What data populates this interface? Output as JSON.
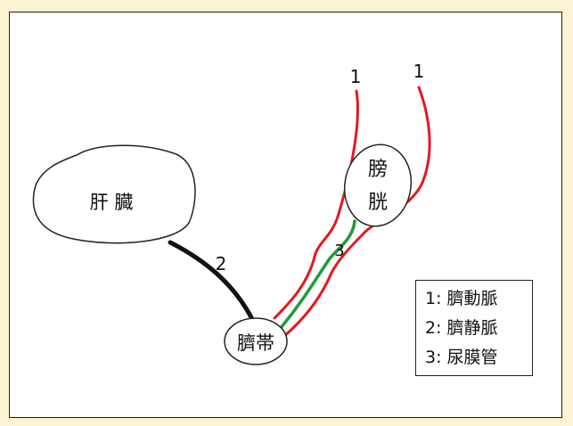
{
  "colors": {
    "background": "#fbf3d3",
    "artery": "#e2191f",
    "vein": "#111111",
    "urachus": "#1f9a3c",
    "outline": "#222222"
  },
  "organs": {
    "liver": "肝 臓",
    "bladder_line1": "膀",
    "bladder_line2": "胱",
    "umbilicus": "臍帯"
  },
  "vessel_numbers": {
    "artery_left": "1",
    "artery_right": "1",
    "vein": "2",
    "urachus": "3"
  },
  "legend": {
    "items": [
      {
        "id": "1",
        "text": "1: 臍動脈"
      },
      {
        "id": "2",
        "text": "2: 臍静脈"
      },
      {
        "id": "3",
        "text": "3: 尿膜管"
      }
    ]
  }
}
